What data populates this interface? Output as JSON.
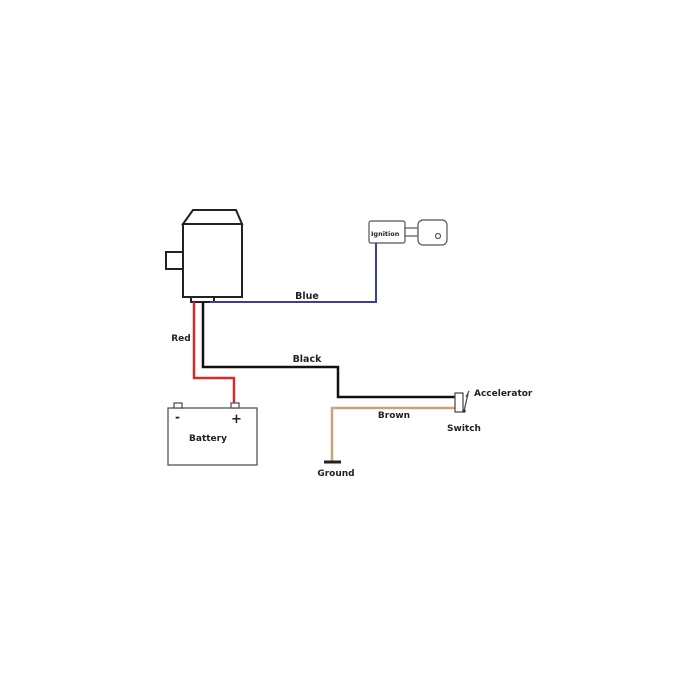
{
  "labels": {
    "blue": "Blue",
    "red": "Red",
    "black": "Black",
    "brown": "Brown",
    "ignition": "Ignition",
    "battery": "Battery",
    "battery_minus": "-",
    "battery_plus": "+",
    "accelerator": "Accelerator",
    "switch": "Switch",
    "ground": "Ground"
  },
  "colors": {
    "blue_wire": "#3a3f9a",
    "red_wire": "#d42a2a",
    "black_wire": "#111111",
    "brown_wire": "#c9a27e",
    "outline": "#222222"
  }
}
